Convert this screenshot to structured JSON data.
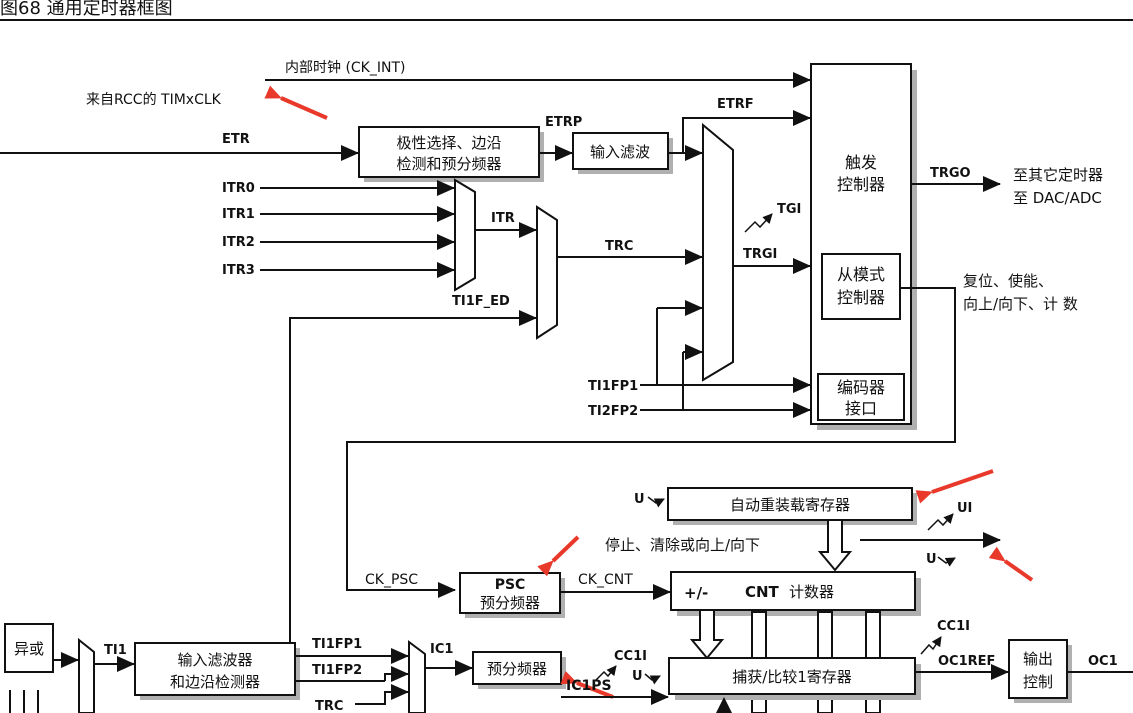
{
  "header": {
    "title": "图68    通用定时器框图"
  },
  "colors": {
    "ink": "#111111",
    "shadow": "#b0b0b0",
    "annotation_arrow": "#e8392b"
  },
  "labels": {
    "ck_int": "内部时钟 (CK_INT)",
    "rcc_clk": "来自RCC的 TIMxCLK",
    "etr": "ETR",
    "etrp": "ETRP",
    "etrf": "ETRF",
    "itr0": "ITR0",
    "itr1": "ITR1",
    "itr2": "ITR2",
    "itr3": "ITR3",
    "itr": "ITR",
    "trc": "TRC",
    "ti1f_ed": "TI1F_ED",
    "tgi": "TGI",
    "trgi": "TRGI",
    "ti1fp1": "TI1FP1",
    "ti2fp2": "TI2FP2",
    "trgo": "TRGO",
    "trgo_dest_line1": "至其它定时器",
    "trgo_dest_line2": "至 DAC/ADC",
    "slave_out_line1": "复位、使能、",
    "slave_out_line2": "向上/向下、计 数",
    "u_reload": "U",
    "ui": "UI",
    "u_out": "U",
    "stop_clear": "停止、清除或向上/向下",
    "ck_psc": "CK_PSC",
    "ck_cnt": "CK_CNT",
    "ti1": "TI1",
    "ti1fp1_b": "TI1FP1",
    "ti1fp2_b": "TI1FP2",
    "trc_b": "TRC",
    "ic1": "IC1",
    "cc1i_a": "CC1I",
    "u_a": "U",
    "ic1ps": "IC1PS",
    "cc1i_b": "CC1I",
    "oc1ref": "OC1REF",
    "oc1": "OC1"
  },
  "blocks": {
    "polarity_line1": "极性选择、边沿",
    "polarity_line2": "检测和预分频器",
    "input_filter": "输入滤波",
    "trigger_ctrl_line1": "触发",
    "trigger_ctrl_line2": "控制器",
    "slave_mode_line1": "从模式",
    "slave_mode_line2": "控制器",
    "encoder_line1": "编码器",
    "encoder_line2": "接口",
    "auto_reload": "自动重装载寄存器",
    "psc_line1": "PSC",
    "psc_line2": "预分频器",
    "cnt_prefix": "+/-",
    "cnt_label": "CNT",
    "cnt_suffix": "计数器",
    "xor": "异或",
    "filter_edge_line1": "输入滤波器",
    "filter_edge_line2": "和边沿检测器",
    "prescaler": "预分频器",
    "capture_compare": "捕获/比较1寄存器",
    "output_line1": "输出",
    "output_line2": "控制"
  }
}
